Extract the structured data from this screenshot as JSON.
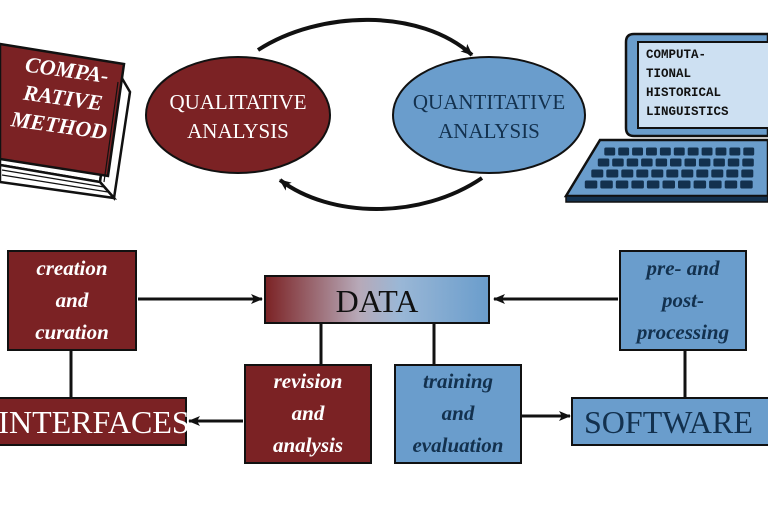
{
  "colors": {
    "maroon": "#7b2224",
    "blue": "#6a9dcc",
    "dark_blue": "#13314e",
    "screen_blue": "#cde0f2",
    "black": "#111111"
  },
  "book": {
    "line1": "COMPA-",
    "line2": "RATIVE",
    "line3": "METHOD",
    "icon": "book-icon"
  },
  "laptop": {
    "line1": "COMPUTA-",
    "line2": "TIONAL",
    "line3": "HISTORICAL",
    "line4": "LINGUISTICS",
    "icon": "laptop-icon"
  },
  "ellipses": {
    "qualitative_line1": "QUALITATIVE",
    "qualitative_line2": "ANALYSIS",
    "quantitative_line1": "QUANTITATIVE",
    "quantitative_line2": "ANALYSIS"
  },
  "boxes": {
    "creation_line1": "creation",
    "creation_line2": "and",
    "creation_line3": "curation",
    "data": "DATA",
    "pre_line1": "pre- and",
    "pre_line2": "post-",
    "pre_line3": "processing",
    "interfaces": "INTERFACES",
    "revision_line1": "revision",
    "revision_line2": "and",
    "revision_line3": "analysis",
    "training_line1": "training",
    "training_line2": "and",
    "training_line3": "evaluation",
    "software": "SOFTWARE"
  }
}
